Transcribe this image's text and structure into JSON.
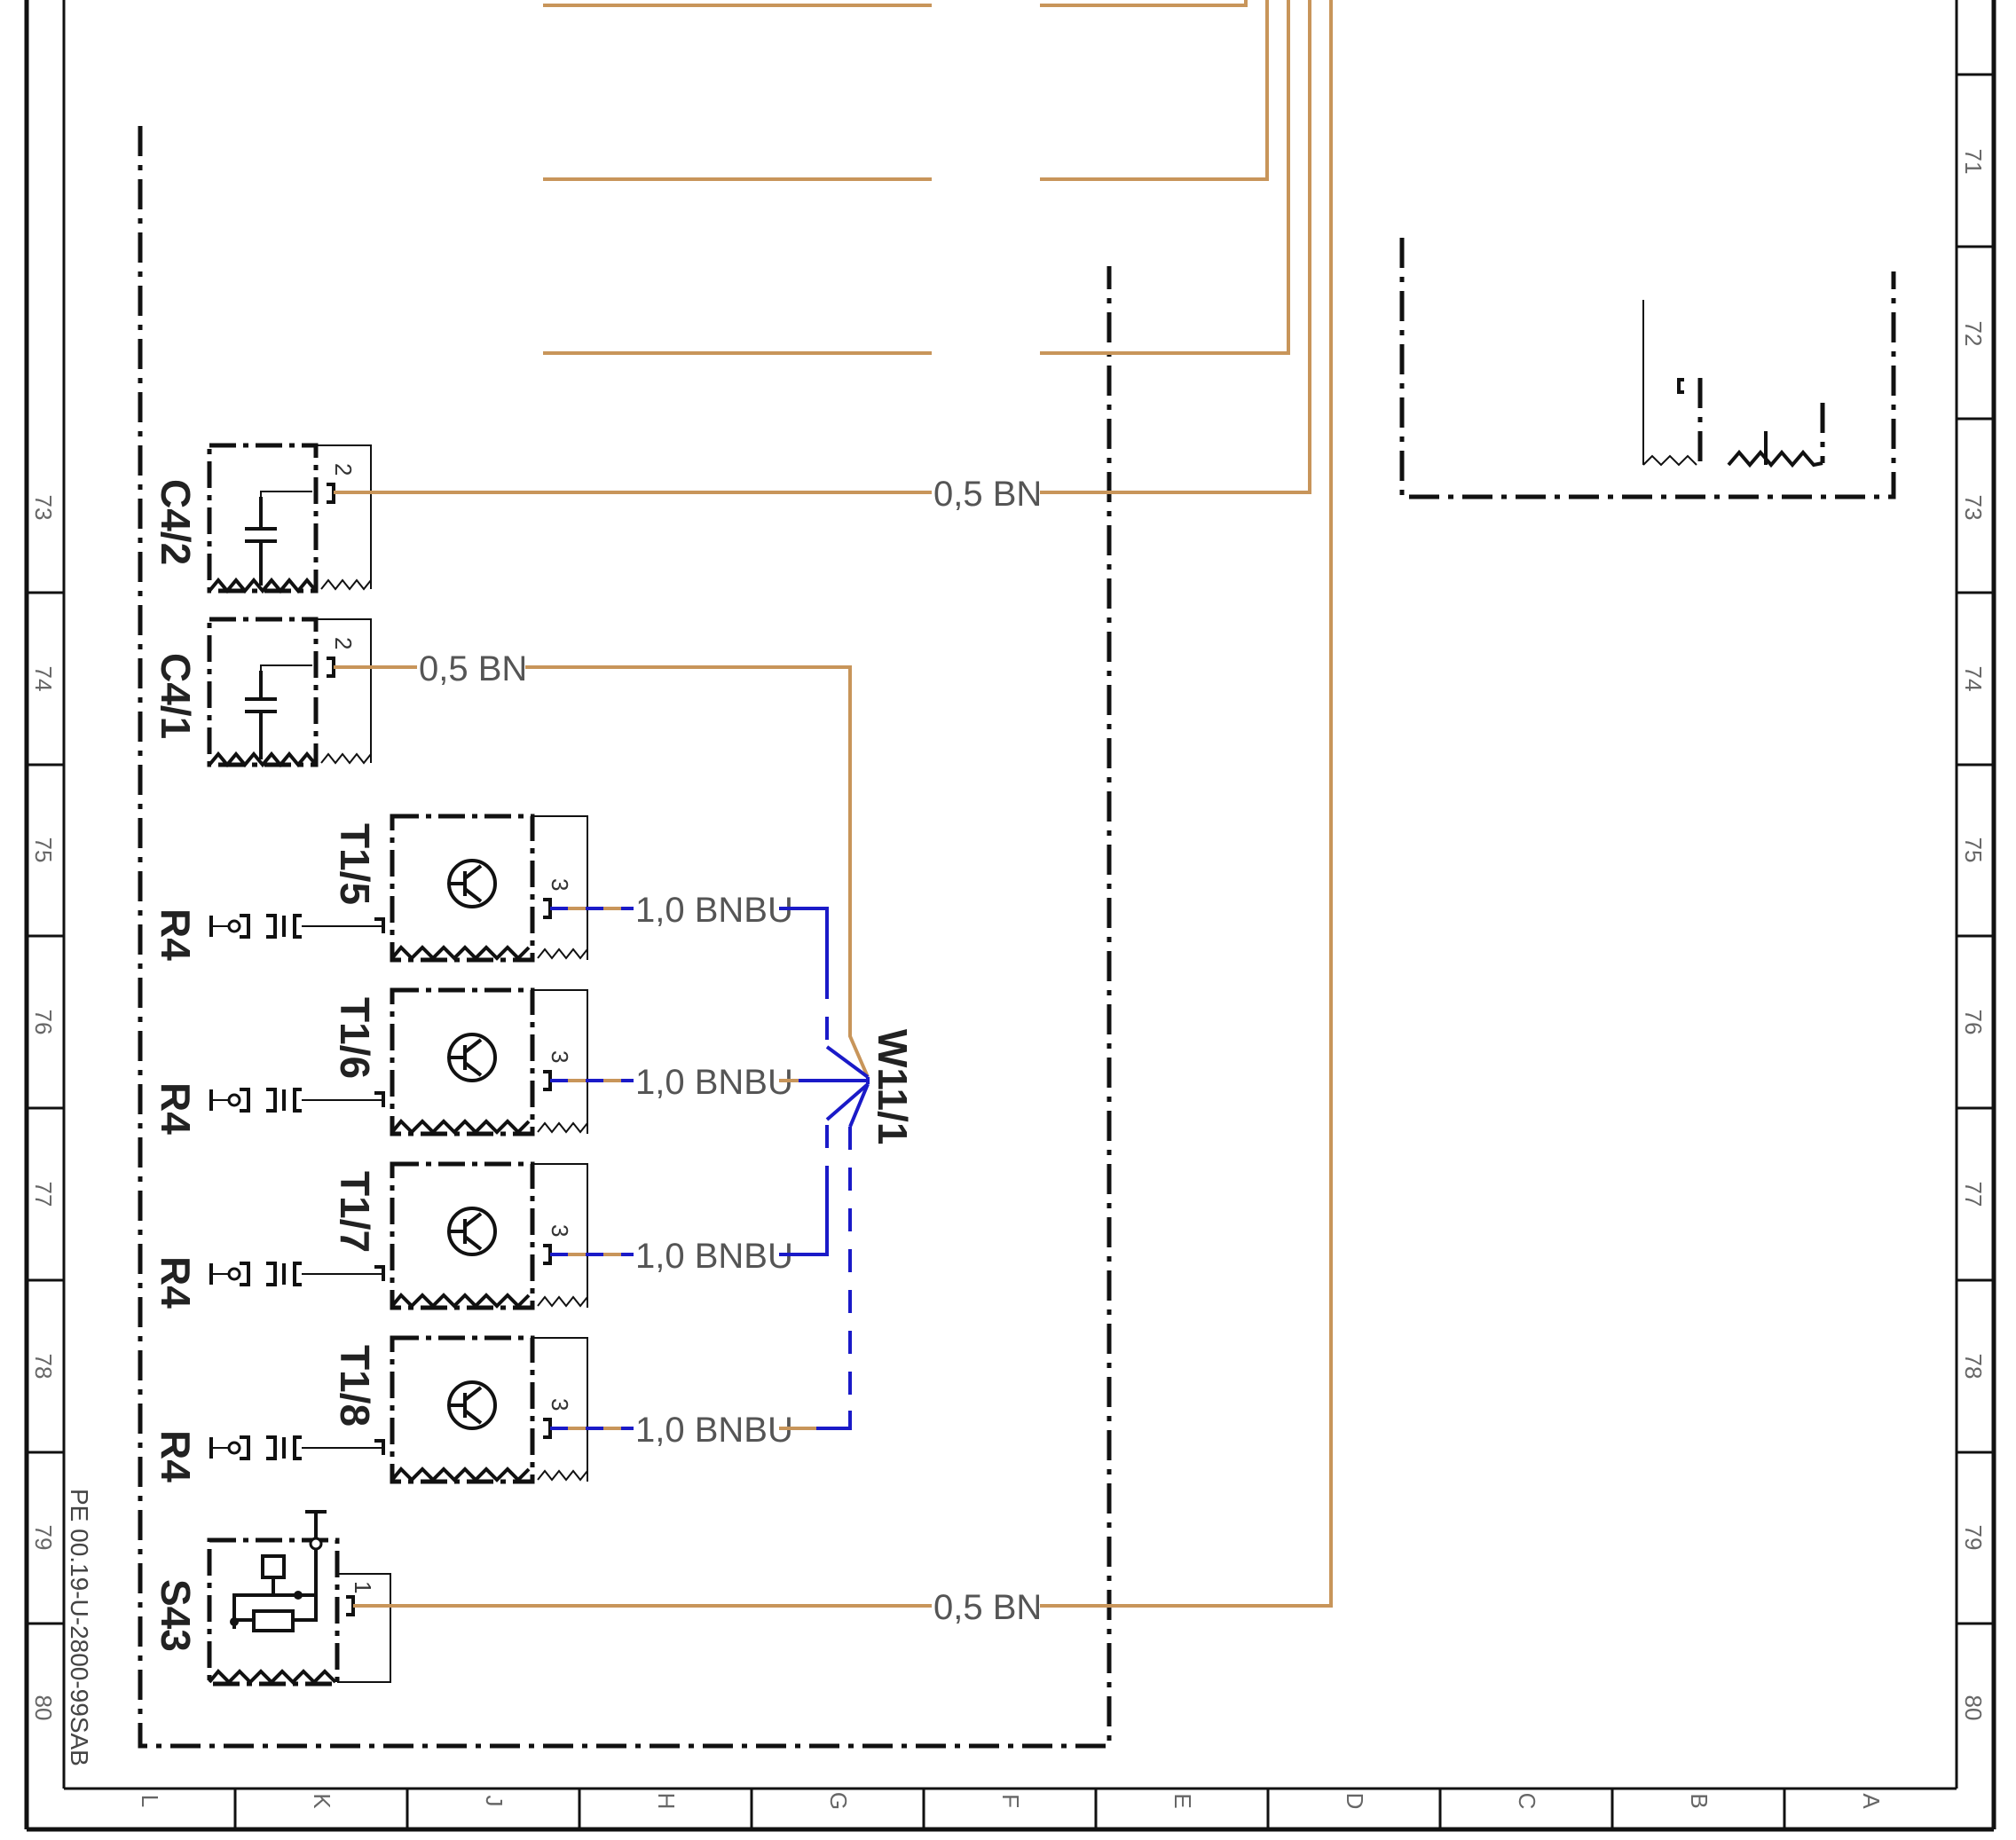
{
  "sheet": {
    "document_number": "PE 00.19-U-2800-99SAB",
    "row_labels": [
      "73",
      "74",
      "75",
      "76",
      "77",
      "78",
      "79",
      "80"
    ],
    "right_row_labels": [
      "71",
      "72",
      "73",
      "74",
      "75",
      "76",
      "77",
      "78",
      "79",
      "80"
    ],
    "column_labels": [
      "L",
      "K",
      "J",
      "H",
      "G",
      "F",
      "E",
      "D",
      "C",
      "B",
      "A"
    ]
  },
  "components": {
    "c42": {
      "label": "C4/2",
      "pin": "2"
    },
    "c41": {
      "label": "C4/1",
      "pin": "2"
    },
    "t15": {
      "label": "T1/5",
      "pin": "3"
    },
    "t16": {
      "label": "T1/6",
      "pin": "3"
    },
    "t17": {
      "label": "T1/7",
      "pin": "3"
    },
    "t18": {
      "label": "T1/8",
      "pin": "3"
    },
    "r4": "R4",
    "s43": {
      "label": "S43",
      "pin": "1"
    },
    "w111": "W11/1"
  },
  "wires": {
    "c42": "0,5 BN",
    "c41": "0,5 BN",
    "t15": "1,0 BNBU",
    "t16": "1,0 BNBU",
    "t17": "1,0 BNBU",
    "t18": "1,0 BNBU",
    "s43": "0,5 BN"
  },
  "colors": {
    "bn": "#C8955A",
    "bu": "#1A1AC8"
  }
}
